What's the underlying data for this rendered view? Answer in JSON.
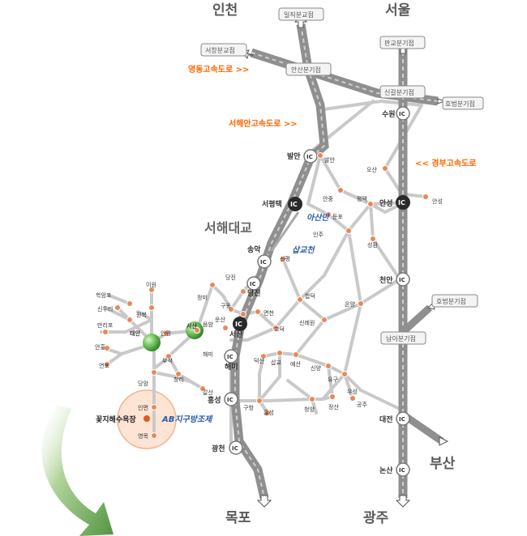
{
  "colors": {
    "expressway": "#9a9a9a",
    "local_road": "#c8c8c8",
    "node": "#e8885a",
    "ic_dark": "#2a2a2a",
    "highway_label": "#ff6600",
    "blue_label": "#2a5aa8",
    "circle_fill": "#fde4d4",
    "green_arrow": "#5a9a3a"
  },
  "cities": {
    "incheon": "인천",
    "seoul": "서울",
    "mokpo": "목포",
    "gwangju": "광주",
    "busan": "부산"
  },
  "highways": {
    "yeongdong": "영동고속도로 >>",
    "seohaean": "서해안고속도로 >>",
    "gyeongbu": "<< 경부고속도로"
  },
  "junctions": {
    "iljik": "일직분교점",
    "seochang": "서창분교점",
    "ansan": "안산분기점",
    "pangyo": "판교분기점",
    "singal": "신갈분기점",
    "hobeop1": "호법분기점",
    "hobeop2": "호법분기점",
    "nami": "남이분기점"
  },
  "bridge": "서해대교",
  "water_labels": {
    "asanman": "아산만",
    "sapgyocheon": "삽교천",
    "ab_project": "AB지구방조제"
  },
  "ic_labels": {
    "ic": "IC",
    "suwon": "수원",
    "balan": "발안",
    "seopyeongtaek": "서평택",
    "anseong": "안성",
    "songak": "송악",
    "dangjin": "당진",
    "seosan": "서산",
    "haemi": "해미",
    "cheonan": "천안",
    "hongseong": "홍성",
    "daejeon": "대전",
    "gwangcheon": "광천",
    "nonsan": "논산"
  },
  "towns": {
    "balan2": "발안",
    "osan": "오산",
    "anjung": "안중",
    "pyeongtaek": "평택",
    "anseong2": "안성",
    "injoo": "인주",
    "dunpo": "둔포",
    "seonghwan": "성환",
    "sinpyeong": "신평",
    "dangjin2": "당진",
    "jeongmi": "정미",
    "gudong": "구동",
    "myeoncheon": "면천",
    "hapdeok": "합덕",
    "onyang": "온양",
    "unsan": "운산",
    "eumam": "음암",
    "godeok": "고덕",
    "sinryewon": "신례원",
    "haemi2": "해미",
    "deoksan": "덕산",
    "sapgyo": "삽교",
    "yesan": "예산",
    "sinyang": "신양",
    "yugu": "유구",
    "ugang": "우성",
    "gongju": "공주",
    "galsan": "갈산",
    "hongseong2": "홍성",
    "guhang": "구항",
    "cheongyang": "청양",
    "jeongsan": "정산",
    "taean": "태안",
    "seosan2": "서산",
    "haksapo": "학암포",
    "iwon": "이원",
    "sinduri": "신두리",
    "wonbuk": "원북",
    "mallipo": "만리포",
    "inpyeong": "인평",
    "anheung": "안흥",
    "buseok": "부석",
    "yeonpo": "연포",
    "dangam": "당암",
    "changri": "창리",
    "inmyeon": "인면",
    "yeongmok": "영목"
  },
  "beach": "꽃지해수욕장"
}
